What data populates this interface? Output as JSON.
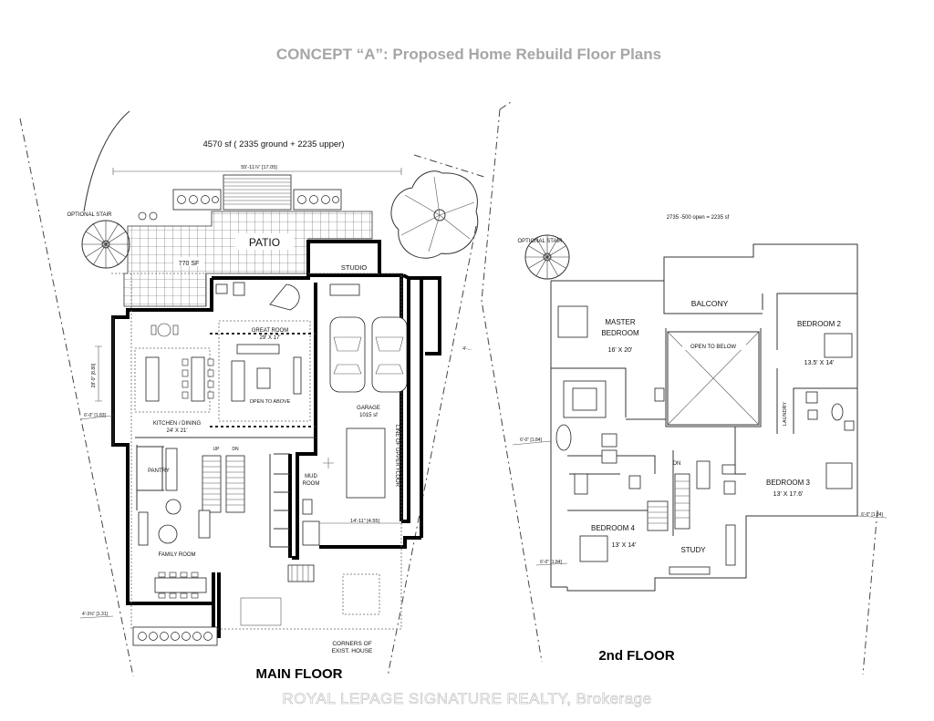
{
  "title": "CONCEPT “A”:    Proposed Home Rebuild Floor Plans",
  "watermark": "ROYAL LEPAGE SIGNATURE REALTY, Brokerage",
  "main_floor": {
    "label": "MAIN FLOOR",
    "area_note": "4570 sf  ( 2335 ground + 2235 upper)",
    "top_dimension": "55'-11⅞\" [17.05]",
    "left_dimension": "28'-9\" [8.80]",
    "left_side_dim": "6'-0\" [1.83]",
    "bottom_left_dim": "4'-3⅝\" [1.31]",
    "right_side_dim": "4'-...",
    "garage_dim": "14'-11\" [4.55]",
    "rooms": {
      "patio": "PATIO",
      "patio_area": "770 SF",
      "optional_stair": "OPTIONAL STAIR",
      "dn": "DN",
      "studio": "STUDIO",
      "great_room": "GREAT ROOM",
      "great_room_size": "29' X 17'",
      "open_to_above": "OPEN TO ABOVE",
      "kitchen": "KITCHEN / DINING",
      "kitchen_size": "24' X 21'",
      "garage": "GARAGE",
      "garage_area": "1015 sf",
      "upper_floor_line": "LINE OF UPPER FLOOR",
      "pantry": "PANTRY",
      "up": "UP",
      "dn2": "DN",
      "mud_room_1": "MUD",
      "mud_room_2": "ROOM",
      "family_room": "FAMILY ROOM",
      "corners_1": "CORNERS OF",
      "corners_2": "EXIST. HOUSE"
    }
  },
  "second_floor": {
    "label": "2nd FLOOR",
    "area_note": "2735 -500 open = 2235 sf",
    "left_dim": "6'-0\" [1.84]",
    "right_dim": "6'-0\" [1.84]",
    "bottom_left_dim": "6'-0\" [1.84]",
    "rooms": {
      "optional_stair": "OPTIONAL STAIR",
      "balcony": "BALCONY",
      "master_1": "MASTER",
      "master_2": "BEDROOM",
      "master_size": "16' X 20'",
      "open_to_below": "OPEN TO BELOW",
      "bedroom2": "BEDROOM 2",
      "bedroom2_size": "13.5' X 14'",
      "laundry": "LAUNDRY",
      "dn": "DN",
      "bedroom3": "BEDROOM 3",
      "bedroom3_size": "13' X 17.6'",
      "bedroom4": "BEDROOM 4",
      "bedroom4_size": "13' X 14'",
      "study": "STUDY"
    }
  }
}
